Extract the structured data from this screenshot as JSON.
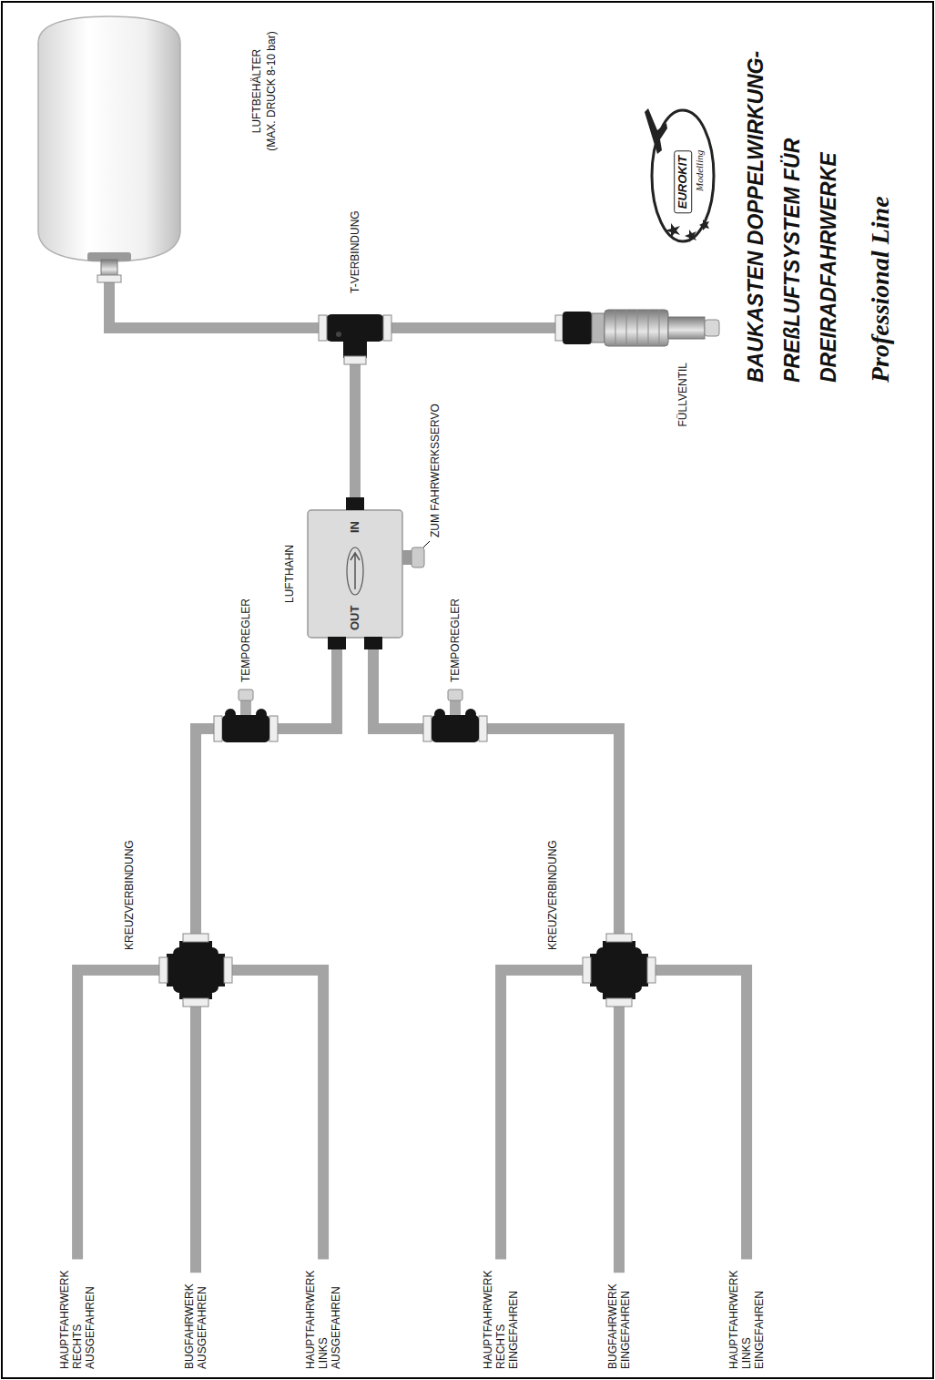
{
  "diagram": {
    "title": "BAUKASTEN DOPPELWIRKUNG- PREßLUFTSYSTEM FÜR DREIRADFAHRWERKE",
    "nodes": [
      {
        "text": [
          "LUFTBEHÄLTER",
          "(MAX. DRUCK 8-10 bar)"
        ]
      },
      {
        "text": [
          "T-VERBINDUNG"
        ]
      },
      {
        "text": [
          "FÜLLVENTIL"
        ]
      },
      {
        "text": [
          "LUFTHAHN",
          "IN",
          "OUT"
        ]
      },
      {
        "text": [
          "TEMPOREGLER"
        ]
      },
      {
        "text": [
          "TEMPOREGLER"
        ]
      },
      {
        "text": [
          "KREUZVERBINDUNG"
        ]
      },
      {
        "text": [
          "KREUZVERBINDUNG"
        ]
      },
      {
        "text": [
          "HAUPTFAHRWERK RECHTS AUSGEFAHREN"
        ]
      },
      {
        "text": [
          "BUGFAHRWERK AUSGEFAHREN"
        ]
      },
      {
        "text": [
          "HAUPTFAHRWERK LINKS AUSGEFAHREN"
        ]
      },
      {
        "text": [
          "HAUPTFAHRWERK RECHTS EINGEFAHREN"
        ]
      },
      {
        "text": [
          "BUGFAHRWERK EINGEFAHREN"
        ]
      },
      {
        "text": [
          "HAUPTFAHRWERK LINKS EINGEFAHREN"
        ]
      }
    ],
    "edges": [
      {
        "from": 0,
        "to": 1,
        "arrow": "none"
      },
      {
        "from": 1,
        "to": 2,
        "arrow": "none"
      },
      {
        "from": 1,
        "to": 3,
        "arrow": "none"
      },
      {
        "from": 3,
        "to": 4,
        "arrow": "none"
      },
      {
        "from": 3,
        "to": 5,
        "arrow": "none"
      },
      {
        "from": 4,
        "to": 6,
        "arrow": "none"
      },
      {
        "from": 5,
        "to": 7,
        "arrow": "none"
      },
      {
        "from": 6,
        "to": 8,
        "arrow": "none"
      },
      {
        "from": 6,
        "to": 9,
        "arrow": "none"
      },
      {
        "from": 6,
        "to": 10,
        "arrow": "none"
      },
      {
        "from": 7,
        "to": 11,
        "arrow": "none"
      },
      {
        "from": 7,
        "to": 12,
        "arrow": "none"
      },
      {
        "from": 7,
        "to": 13,
        "arrow": "none"
      }
    ],
    "labels": [
      "ZUM FAHRWERKSSERVO",
      "EUROKIT",
      "Modelling",
      "Professional Line"
    ]
  }
}
